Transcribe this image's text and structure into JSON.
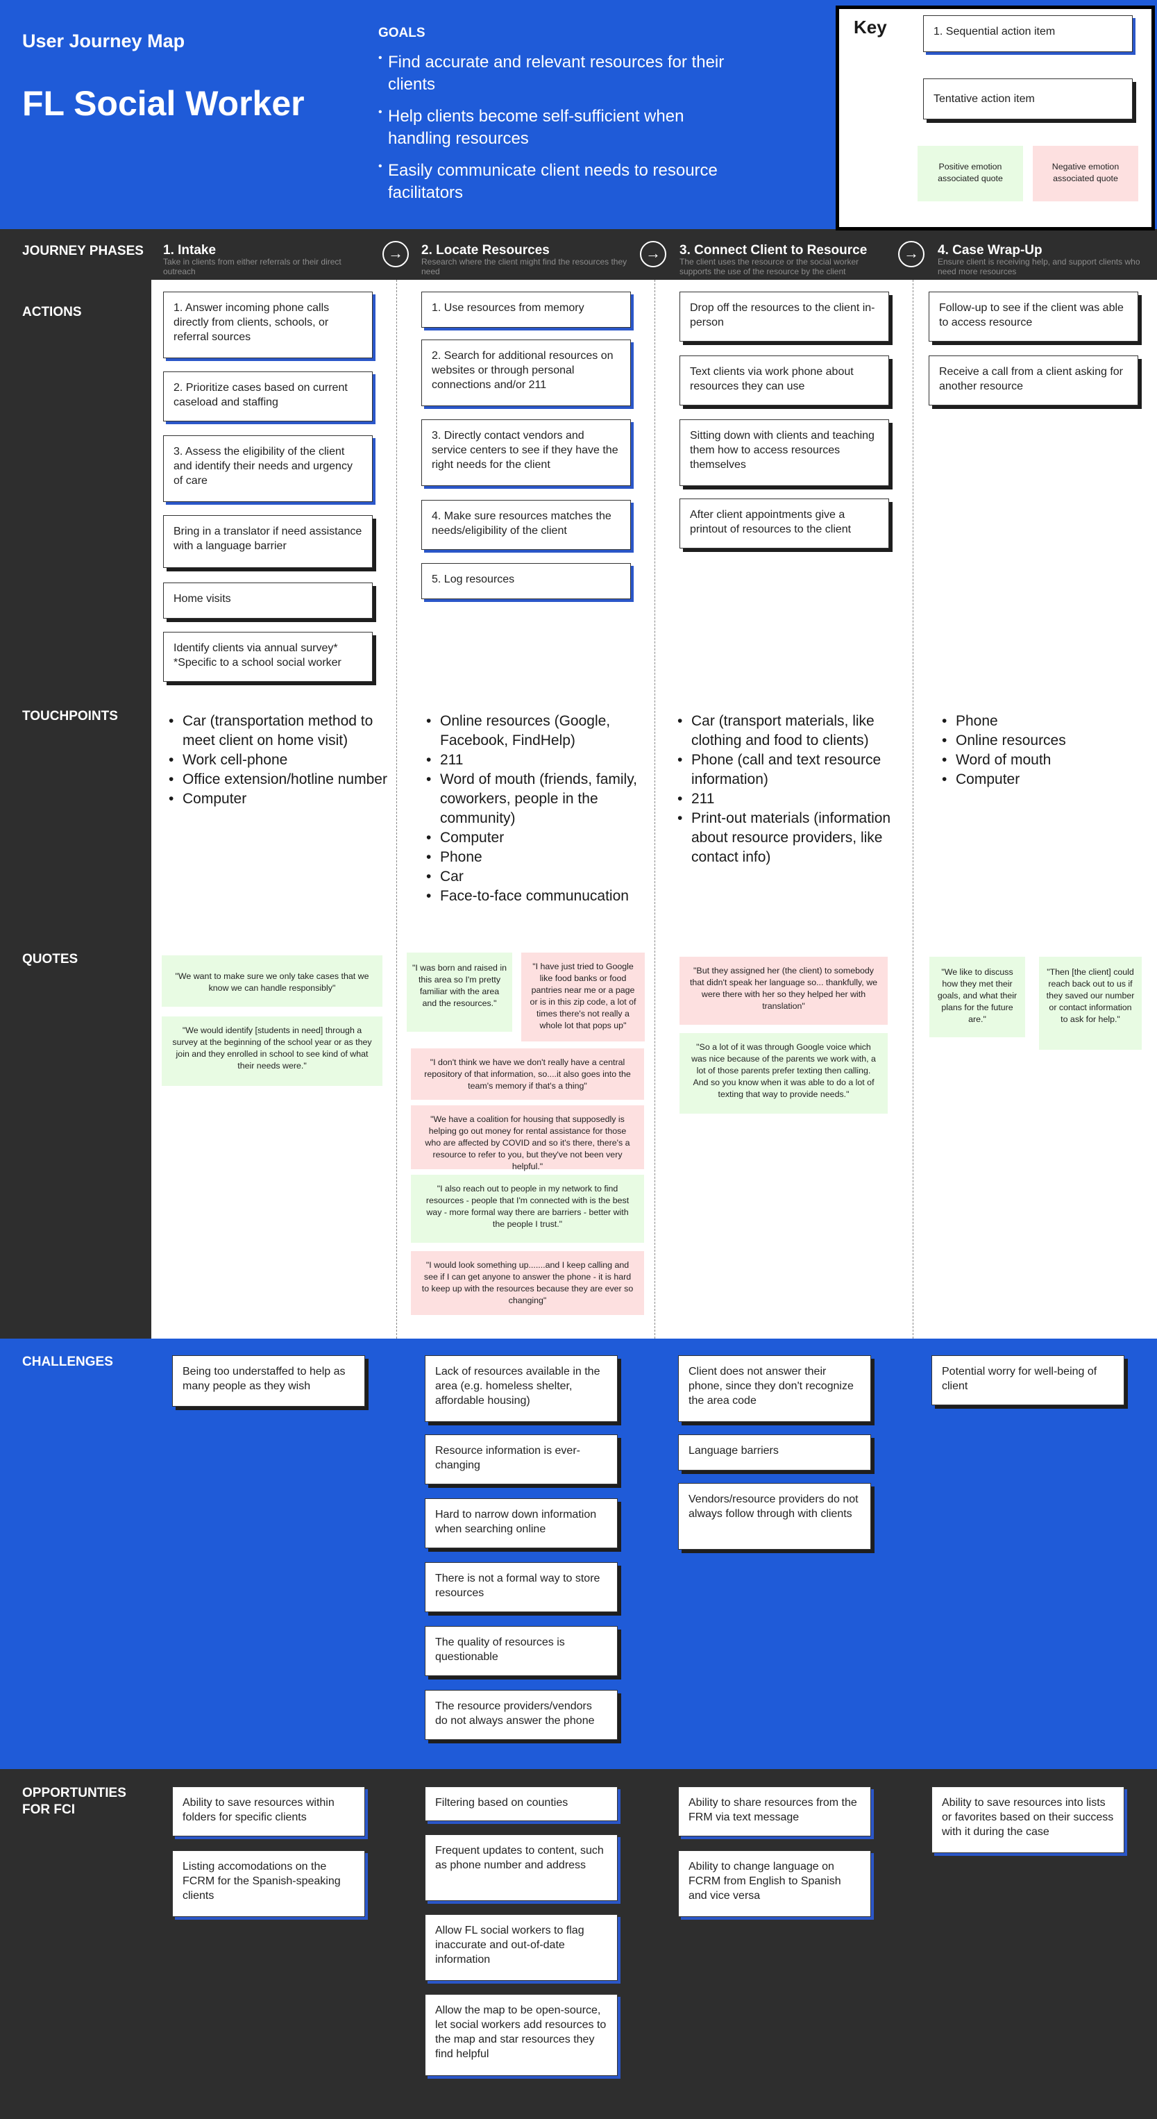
{
  "header": {
    "subtitle": "User Journey Map",
    "title": "FL Social Worker",
    "goals_label": "GOALS",
    "goals": [
      "Find accurate and relevant resources for their clients",
      "Help clients become self-sufficient when handling resources",
      "Easily communicate client needs to resource facilitators"
    ]
  },
  "key": {
    "title": "Key",
    "sequential": "1. Sequential action item",
    "tentative": "Tentative action item",
    "positive": "Positive emotion associated quote",
    "negative": "Negative emotion associated quote"
  },
  "colors": {
    "blue": "#1f5bd8",
    "dark": "#2e2e2e",
    "positive": "#e8fbe3",
    "negative": "#fde0e0"
  },
  "row_labels": {
    "phases": "JOURNEY PHASES",
    "actions": "ACTIONS",
    "touchpoints": "TOUCHPOINTS",
    "quotes": "QUOTES",
    "challenges": "CHALLENGES",
    "opportunities": "OPPORTUNTIES FOR FCI"
  },
  "phases": [
    {
      "title": "1. Intake",
      "desc": "Take in clients from either referrals or their direct outreach"
    },
    {
      "title": "2. Locate Resources",
      "desc": "Research where the client might find the resources they need"
    },
    {
      "title": "3. Connect Client to Resource",
      "desc": "The client uses the resource or the social worker supports the use of the resource by the client"
    },
    {
      "title": "4. Case Wrap-Up",
      "desc": "Ensure client is receiving help, and support clients who need more resources"
    }
  ],
  "arrow_glyph": "→",
  "actions": [
    [
      "1. Answer incoming phone calls directly from clients, schools, or referral sources",
      "2. Prioritize cases based on current caseload and staffing",
      "3. Assess the eligibility of the client and identify their needs and urgency of care",
      "Bring in a translator if need assistance with a language barrier",
      "Home visits",
      "Identify clients via annual survey* *Specific to a school social worker"
    ],
    [
      "1. Use resources from memory",
      "2. Search for additional resources on websites or through personal connections and/or 211",
      "3. Directly contact vendors and service centers to see if they have the right needs for the client",
      "4. Make sure resources matches the needs/eligibility of the client",
      "5. Log resources"
    ],
    [
      "Drop off the resources to the client in-person",
      "Text clients via work phone about resources they can use",
      "Sitting down with clients and teaching them how to access resources themselves",
      "After client appointments give a printout of resources to the client"
    ],
    [
      "Follow-up to see if the client was able to access resource",
      "Receive a call from a client asking for another resource"
    ]
  ],
  "touchpoints": [
    [
      "Car (transportation method to meet client on home visit)",
      "Work cell-phone",
      "Office extension/hotline number",
      "Computer"
    ],
    [
      "Online resources (Google, Facebook, FindHelp)",
      "211",
      "Word of mouth (friends, family, coworkers, people in the community)",
      "Computer",
      "Phone",
      "Car",
      "Face-to-face communucation"
    ],
    [
      "Car (transport materials, like clothing and food to clients)",
      "Phone (call and text resource information)",
      "211",
      "Print-out materials (information about resource providers, like contact info)"
    ],
    [
      "Phone",
      "Online resources",
      "Word of mouth",
      "Computer"
    ]
  ],
  "quotes": [
    {
      "text": "\"We want to make sure we only take cases that we know we can handle responsibly\"",
      "tone": "pos"
    },
    {
      "text": "\"We would identify [students in need] through a survey at the beginning of the school year or as they join and they enrolled in school to see kind of what their needs were.\"",
      "tone": "pos"
    },
    {
      "text": "\"I was born and raised in this area so I'm pretty familiar with the area and the resources.\"",
      "tone": "pos"
    },
    {
      "text": "\"I have just tried to Google like food banks or food pantries near me or a page or is in this zip code, a lot of times there's not really a whole lot that pops up\"",
      "tone": "neg"
    },
    {
      "text": "\"I don't think we have we don't really have a central repository of that information, so....it also goes into the team's memory if that's a thing\"",
      "tone": "neg"
    },
    {
      "text": "\"We have a coalition for housing that supposedly is helping go out money for rental assistance for those who are affected by COVID and so it's there, there's a resource to refer to you, but they've not been very helpful.\"",
      "tone": "neg"
    },
    {
      "text": "\"I also reach out to people in my network to find resources - people that I'm connected with is the best way - more formal way there are barriers - better with the people I trust.\"",
      "tone": "pos"
    },
    {
      "text": "\"I would look something up.......and I keep calling and see if I can get anyone to answer the phone - it is hard to keep up with the resources because they are ever so changing\"",
      "tone": "neg"
    },
    {
      "text": "\"But they assigned her (the client) to somebody that didn't speak her language so... thankfully, we were there with her so they helped her with translation\"",
      "tone": "neg"
    },
    {
      "text": "\"So a lot of it was through Google voice which was nice because of the parents we work with, a lot of those parents prefer texting then calling. And so you know when it was able to do a lot of texting that way to provide needs.\"",
      "tone": "pos"
    },
    {
      "text": "\"We like to discuss how they met their goals, and what their plans for the future are.\"",
      "tone": "pos"
    },
    {
      "text": "\"Then [the client] could reach back out to us if they saved our number or contact information to ask for help.\"",
      "tone": "pos"
    }
  ],
  "challenges": [
    [
      "Being too understaffed to help as many people as they wish"
    ],
    [
      "Lack of resources available in the area (e.g. homeless shelter, affordable housing)",
      "Resource information is ever-changing",
      "Hard to narrow down information when searching online",
      "There is not a formal way to store resources",
      "The quality of resources is questionable",
      "The resource providers/vendors do not always answer the phone"
    ],
    [
      "Client does not answer their phone, since they don't recognize the area code",
      "Language barriers",
      "Vendors/resource providers do not always follow through with clients"
    ],
    [
      "Potential worry for well-being of client"
    ]
  ],
  "opportunities": [
    [
      "Ability to save resources within folders for specific clients",
      "Listing accomodations on the FCRM for the Spanish-speaking clients"
    ],
    [
      "Filtering based on counties",
      "Frequent updates to content, such as phone number and address",
      "Allow FL social workers to flag inaccurate and out-of-date information",
      "Allow the map to be open-source, let social workers add resources to the map and star resources they find helpful"
    ],
    [
      "Ability to share resources from the FRM via text message",
      "Ability to change language on FCRM from English to Spanish and vice versa"
    ],
    [
      "Ability to save resources into lists or favorites based on their success with it during the case"
    ]
  ]
}
